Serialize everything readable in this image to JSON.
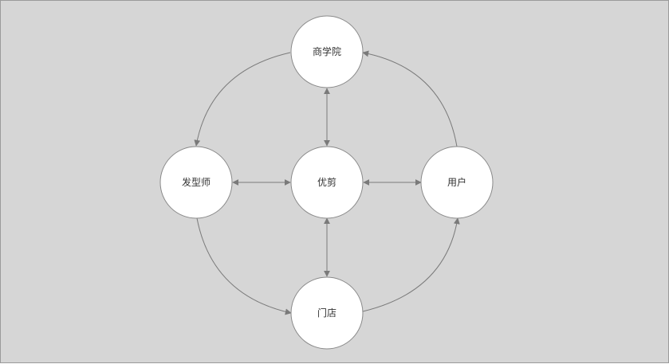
{
  "diagram": {
    "nodes": {
      "center": {
        "label": "优剪"
      },
      "top": {
        "label": "商学院"
      },
      "left": {
        "label": "发型师"
      },
      "right": {
        "label": "用户"
      },
      "bottom": {
        "label": "门店"
      }
    },
    "edges": [
      {
        "from": "top",
        "to": "left",
        "direction": "forward"
      },
      {
        "from": "right",
        "to": "top",
        "direction": "forward"
      },
      {
        "from": "left",
        "to": "bottom",
        "direction": "forward"
      },
      {
        "from": "bottom",
        "to": "right",
        "direction": "forward"
      },
      {
        "from": "top",
        "to": "center",
        "direction": "both"
      },
      {
        "from": "center",
        "to": "bottom",
        "direction": "both"
      },
      {
        "from": "left",
        "to": "center",
        "direction": "both"
      },
      {
        "from": "center",
        "to": "right",
        "direction": "both"
      }
    ],
    "colors": {
      "background": "#d6d6d6",
      "node_fill": "#ffffff",
      "edge": "#7a7a7a",
      "text": "#333333"
    }
  }
}
